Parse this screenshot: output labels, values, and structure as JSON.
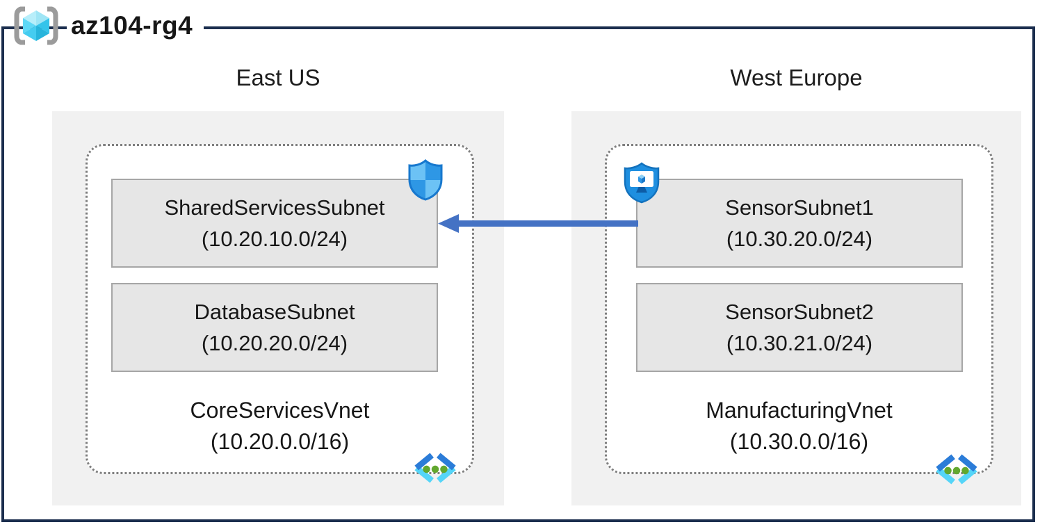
{
  "header": {
    "title": "az104-rg4",
    "icon": "resource-group-icon"
  },
  "regions": [
    {
      "name": "East US",
      "vnet": {
        "name": "CoreServicesVnet",
        "cidr": "(10.20.0.0/16)",
        "icon": "virtual-network-icon"
      },
      "subnets": [
        {
          "name": "SharedServicesSubnet",
          "cidr": "(10.20.10.0/24)",
          "badge": "security-shield-icon"
        },
        {
          "name": "DatabaseSubnet",
          "cidr": "(10.20.20.0/24)"
        }
      ]
    },
    {
      "name": "West Europe",
      "vnet": {
        "name": "ManufacturingVnet",
        "cidr": "(10.30.0.0/16)",
        "icon": "virtual-network-icon"
      },
      "subnets": [
        {
          "name": "SensorSubnet1",
          "cidr": "(10.30.20.0/24)",
          "badge": "shield-with-monitor-icon"
        },
        {
          "name": "SensorSubnet2",
          "cidr": "(10.30.21.0/24)"
        }
      ]
    }
  ],
  "connection": {
    "from": "SensorSubnet1",
    "to": "SharedServicesSubnet",
    "style": "arrow",
    "direction": "right-to-left",
    "color": "#4472c4"
  },
  "colors": {
    "frame_border": "#1b2e4e",
    "region_background": "#f1f1f1",
    "subnet_background": "#e6e6e6",
    "subnet_border": "#a6a6a6",
    "vnet_dotted_border": "#7f7f7f",
    "arrow": "#4472c4"
  }
}
